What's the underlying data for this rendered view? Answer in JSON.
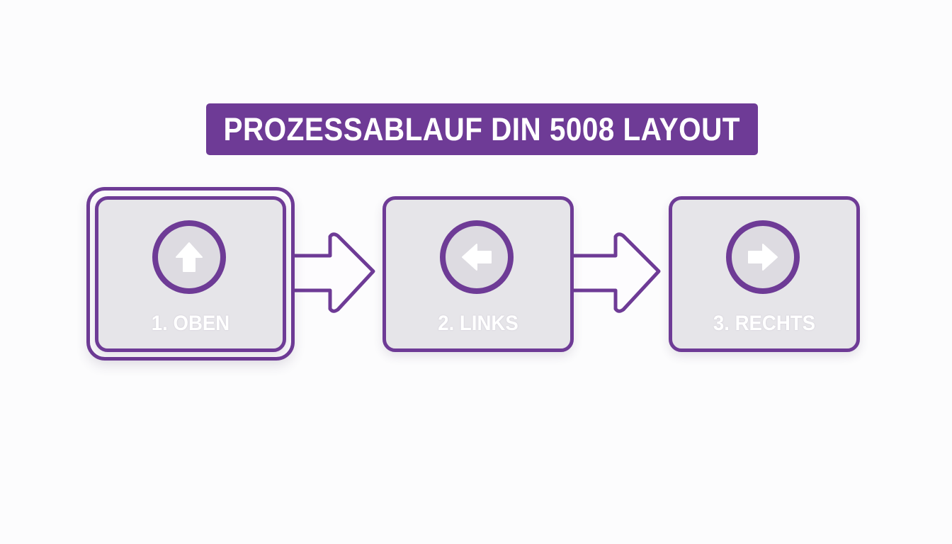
{
  "title": "PROZESSABLAUF DIN 5008 LAYOUT",
  "colors": {
    "accent": "#6e3b96",
    "box_fill": "#e6e5e9",
    "label_text": "#ffffff",
    "background": "#fcfcfd"
  },
  "steps": [
    {
      "label": "1. OBEN",
      "icon": "arrow-up-icon",
      "highlighted": true
    },
    {
      "label": "2. LINKS",
      "icon": "arrow-left-icon",
      "highlighted": false
    },
    {
      "label": "3. RECHTS",
      "icon": "arrow-right-icon",
      "highlighted": false
    }
  ],
  "connectors": [
    {
      "from": "1. OBEN",
      "to": "2. LINKS",
      "icon": "block-arrow-right-icon"
    },
    {
      "from": "2. LINKS",
      "to": "3. RECHTS",
      "icon": "block-arrow-right-icon"
    }
  ]
}
